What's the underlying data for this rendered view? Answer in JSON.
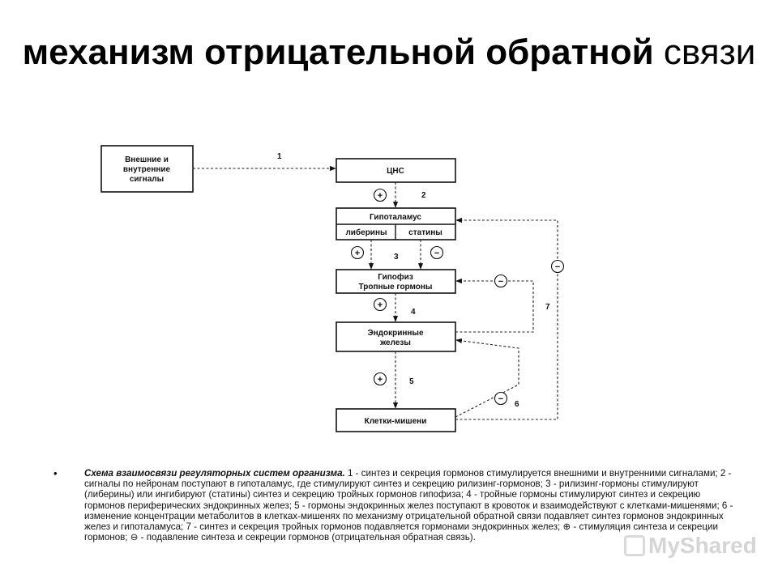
{
  "slide": {
    "title_bold": "механизм отрицательной обратной",
    "title_normal": "связи"
  },
  "diagram": {
    "nodes": {
      "external": [
        "Внешние и",
        "внутренние",
        "сигналы"
      ],
      "cns": "ЦНС",
      "hypothalamus": "Гипоталамус",
      "liberins": "либерины",
      "statins": "статины",
      "pituitary": [
        "Гипофиз",
        "Тропные гормоны"
      ],
      "endocrine": [
        "Эндокринные",
        "железы"
      ],
      "targets": "Клетки-мишени"
    },
    "labels": {
      "n1": "1",
      "n2": "2",
      "n3": "3",
      "n4": "4",
      "n5": "5",
      "n6": "6",
      "n7": "7"
    },
    "signs": {
      "plus": "+",
      "minus": "−"
    }
  },
  "caption": {
    "bullet": "•",
    "lead": "Схема взаимосвязи регуляторных систем организма.",
    "text": " 1 - синтез и секреция гормонов стимулируется внешними и внутренними сигналами; 2 - сигналы по нейронам поступают в гипоталамус, где стимулируют синтез и секрецию рилизинг-гормонов; 3 - рилизинг-гормоны стимулируют (либерины) или ингибируют (статины) синтез и секрецию тройных гормонов гипофиза; 4 - тройные гормоны стимулируют синтез и секрецию гормонов периферических эндокринных желез; 5 - гормоны эндокринных желез поступают в кровоток и взаимодействуют с клетками-мишенями; 6 - изменение концентрации метаболитов в клетках-мишенях по механизму отрицательной обратной связи подавляет синтез гормонов эндокринных желез и гипоталамуса; 7 - синтез и секреция тройных гормонов подавляется гормонами эндокринных желез; ⊕ - стимуляция синтеза и секреции гормонов; ⊖ - подавление синтеза и секреции гормонов (отрицательная обратная связь)."
  },
  "watermark": {
    "text": "MyShared"
  }
}
